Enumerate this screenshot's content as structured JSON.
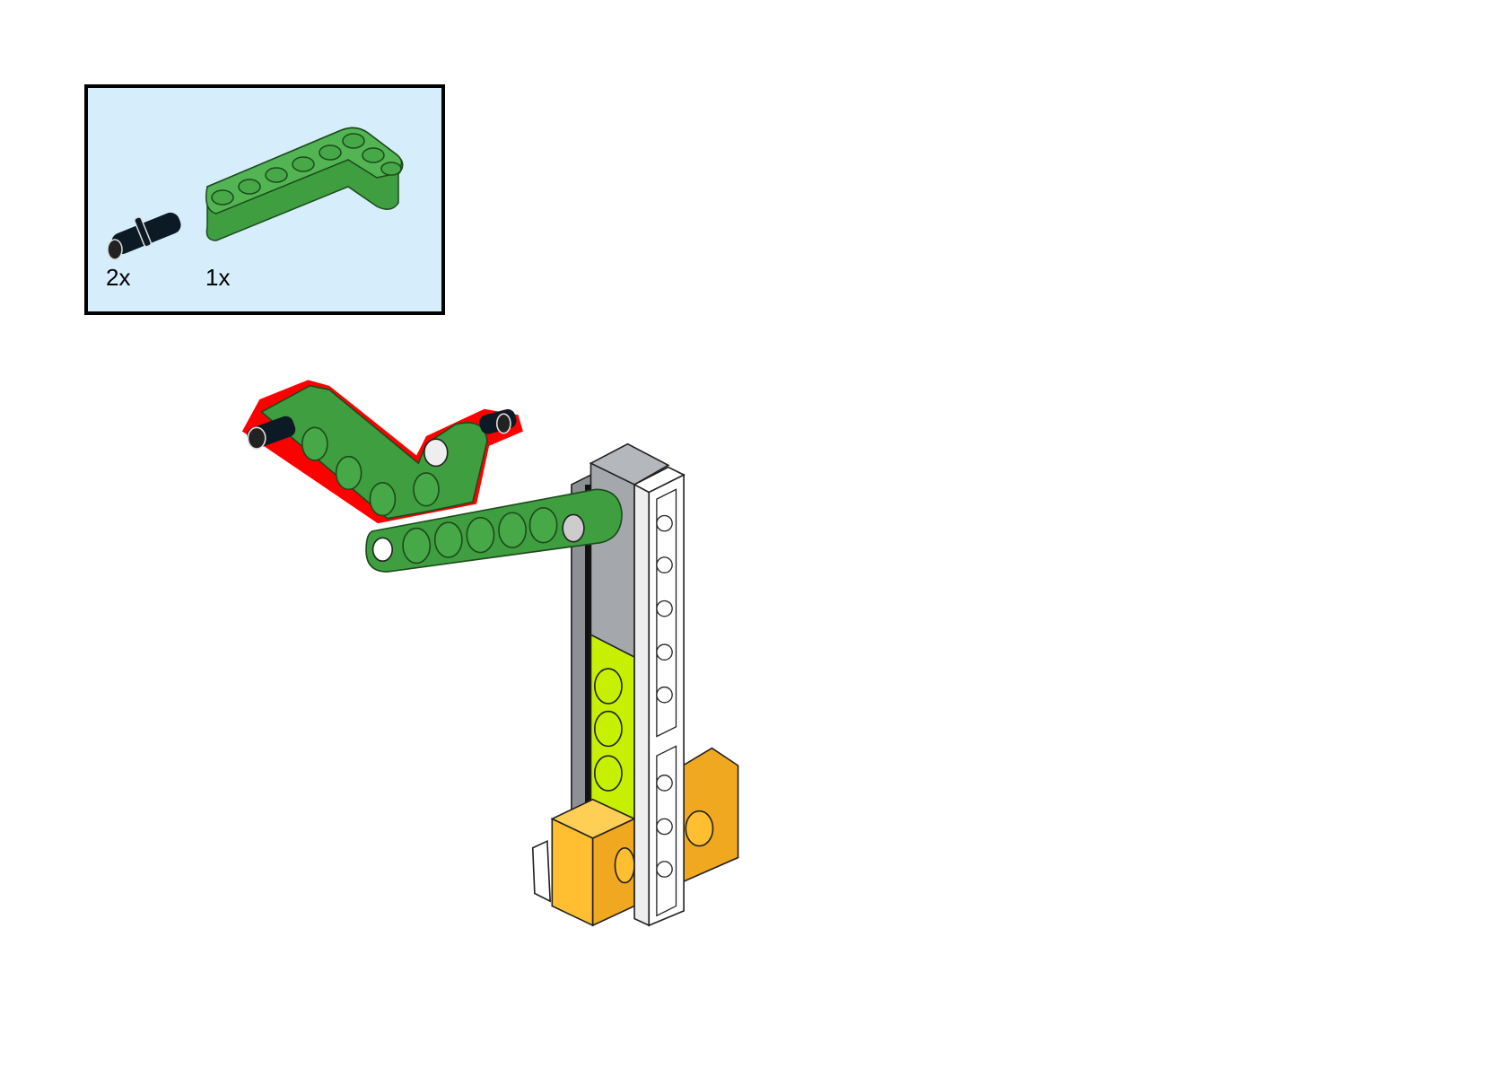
{
  "parts_list": {
    "items": [
      {
        "part": "black-friction-pin",
        "quantity": "2x",
        "color": "#0b1a24"
      },
      {
        "part": "green-l-beam-3x5",
        "quantity": "1x",
        "color": "#4aac4a"
      }
    ]
  },
  "colors": {
    "panel_bg": "#d6edfc",
    "highlight": "#ff0000",
    "green": "#4aac4a",
    "gray": "#a4a8ac",
    "lime": "#c6f000",
    "orange": "#ffbf30",
    "white": "#ffffff"
  }
}
